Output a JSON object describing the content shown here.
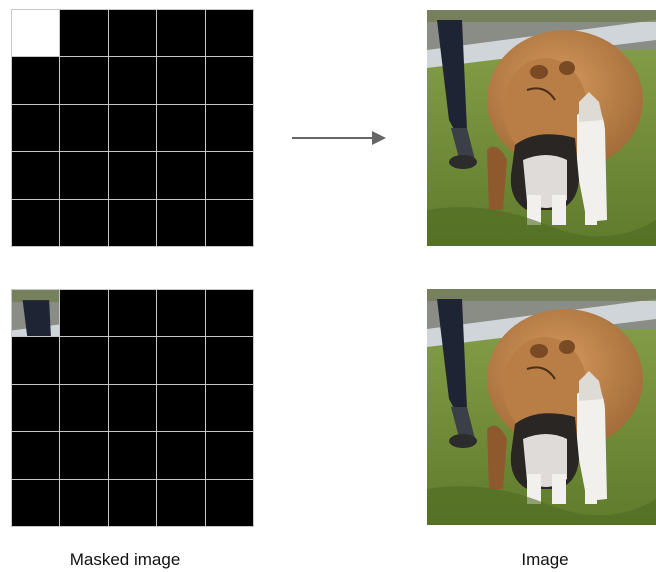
{
  "labels": {
    "masked_image": "Masked image",
    "image": "Image"
  },
  "rows": [
    {
      "masked_grid": {
        "rows": 5,
        "cols": 5,
        "revealed_cells": 1,
        "revealed_style": "blank"
      }
    },
    {
      "masked_grid": {
        "rows": 5,
        "cols": 5,
        "revealed_cells": 1,
        "revealed_style": "image-patch"
      }
    }
  ],
  "colors": {
    "mask": "#000000",
    "grid_line": "#c8c8c8",
    "arrow": "#666666",
    "capybara": "#b87d48",
    "grass": "#7d9a3a",
    "cat_white": "#f2f0ec",
    "cat_dark": "#2a2623"
  }
}
